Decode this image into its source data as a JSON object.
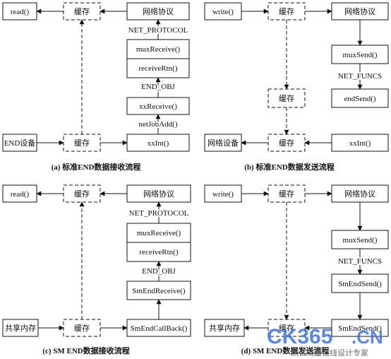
{
  "panels": {
    "a": {
      "caption": "(a) 标准END数据接收流程",
      "read": "read()",
      "cache_top": "缓存",
      "protocol": "网络协议",
      "net_protocol": "NET_PROTOCOL",
      "muxReceive": "muxReceive()",
      "receiveRtn": "receiveRtn()",
      "end_obj": "END_OBJ",
      "xxReceive": "xxReceive()",
      "netJobAdd": "netJobAdd()",
      "end_device": "END设备",
      "cache_bottom": "缓存",
      "xxInt": "xxInt()"
    },
    "b": {
      "caption": "(b) 标准END数据发送流程",
      "write": "write()",
      "cache_top": "缓存",
      "protocol": "网络协议",
      "muxSend": "muxSend()",
      "net_funcs": "NET_FUNCS",
      "endSend": "endSend()",
      "cache_mid": "缓存",
      "net_device": "网络设备",
      "cache_bottom": "缓存",
      "xxInt": "xxInt()"
    },
    "c": {
      "caption": "(c) SM END数据接收流程",
      "read": "read()",
      "cache_top": "缓存",
      "protocol": "网络协议",
      "net_protocol": "NET_PROTOCOL",
      "muxReceive": "muxReceive()",
      "receiveRtn": "receiveRtn()",
      "end_obj": "END_OBJ",
      "smEndReceive": "SmEndReceive()",
      "shared_mem": "共享内存",
      "cache_bottom": "缓存",
      "smEndCallBack": "SmEndCallBack()"
    },
    "d": {
      "caption": "(d) SM END数据发送流程",
      "write": "write()",
      "cache_top": "缓存",
      "protocol": "网络协议",
      "muxSend": "muxSend()",
      "net_funcs": "NET_FUNCS",
      "smEndSend": "SmEndSend()",
      "shared_mem": "共享内存",
      "cache_bottom": "缓存",
      "smEndSend2": "SmEndSend()"
    }
  },
  "watermark": {
    "logo": "CK365",
    "tld": ".CN",
    "tagline": "测试测量在线设计专家"
  }
}
